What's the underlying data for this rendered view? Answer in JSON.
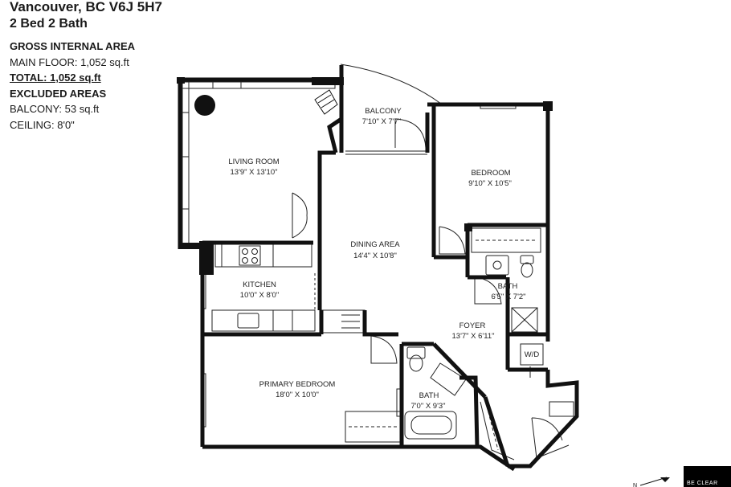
{
  "header": {
    "address": "Vancouver, BC V6J 5H7",
    "beds_baths": "2 Bed 2 Bath",
    "gross_label": "GROSS INTERNAL AREA",
    "main_floor": "MAIN FLOOR: 1,052 sq.ft",
    "total": "TOTAL: 1,052 sq.ft",
    "excluded_label": "EXCLUDED AREAS",
    "balcony": "BALCONY: 53 sq.ft",
    "ceiling": "CEILING: 8'0\""
  },
  "rooms": {
    "living": {
      "name": "LIVING ROOM",
      "dims": "13'9\" X 13'10\""
    },
    "balcony": {
      "name": "BALCONY",
      "dims": "7'10\" X 7'7\""
    },
    "bedroom": {
      "name": "BEDROOM",
      "dims": "9'10\" X 10'5\""
    },
    "dining": {
      "name": "DINING AREA",
      "dims": "14'4\" X 10'8\""
    },
    "kitchen": {
      "name": "KITCHEN",
      "dims": "10'0\" X 8'0\""
    },
    "bath1": {
      "name": "BATH",
      "dims": "6'5\" X 7'2\""
    },
    "foyer": {
      "name": "FOYER",
      "dims": "13'7\" X 6'11\""
    },
    "wd": {
      "name": "W/D"
    },
    "primary": {
      "name": "PRIMARY BEDROOM",
      "dims": "18'0\" X 10'0\""
    },
    "bath2": {
      "name": "BATH",
      "dims": "7'0\" X 9'3\""
    }
  },
  "compass": {
    "label": "N"
  },
  "logo": {
    "text": "BE CLEAR"
  }
}
